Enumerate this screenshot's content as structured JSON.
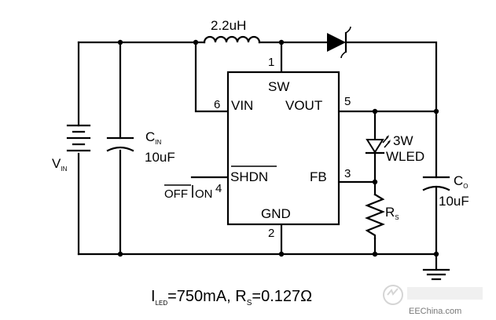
{
  "inductor": {
    "value": "2.2uH"
  },
  "ic": {
    "sw_label": "SW",
    "vin_label": "VIN",
    "vout_label": "VOUT",
    "shdn_label": "SHDN",
    "fb_label": "FB",
    "gnd_label": "GND",
    "pins": {
      "sw": "1",
      "gnd": "2",
      "fb": "3",
      "shdn": "4",
      "vout": "5",
      "vin": "6"
    }
  },
  "source": {
    "label": "V",
    "sub": "IN"
  },
  "cin": {
    "label": "C",
    "sub": "IN",
    "value": "10uF"
  },
  "co": {
    "label": "C",
    "sub": "O",
    "value": "10uF"
  },
  "led": {
    "power": "3W",
    "type": "WLED"
  },
  "rs": {
    "label": "R",
    "sub": "S"
  },
  "control": {
    "off": "OFF",
    "on": "ON"
  },
  "formula": {
    "i": "I",
    "i_sub": "LED",
    "i_value": "=750mA, ",
    "r": "R",
    "r_sub": "S",
    "r_value": "=0.127Ω"
  },
  "watermark": {
    "site": "EEChina.com"
  }
}
